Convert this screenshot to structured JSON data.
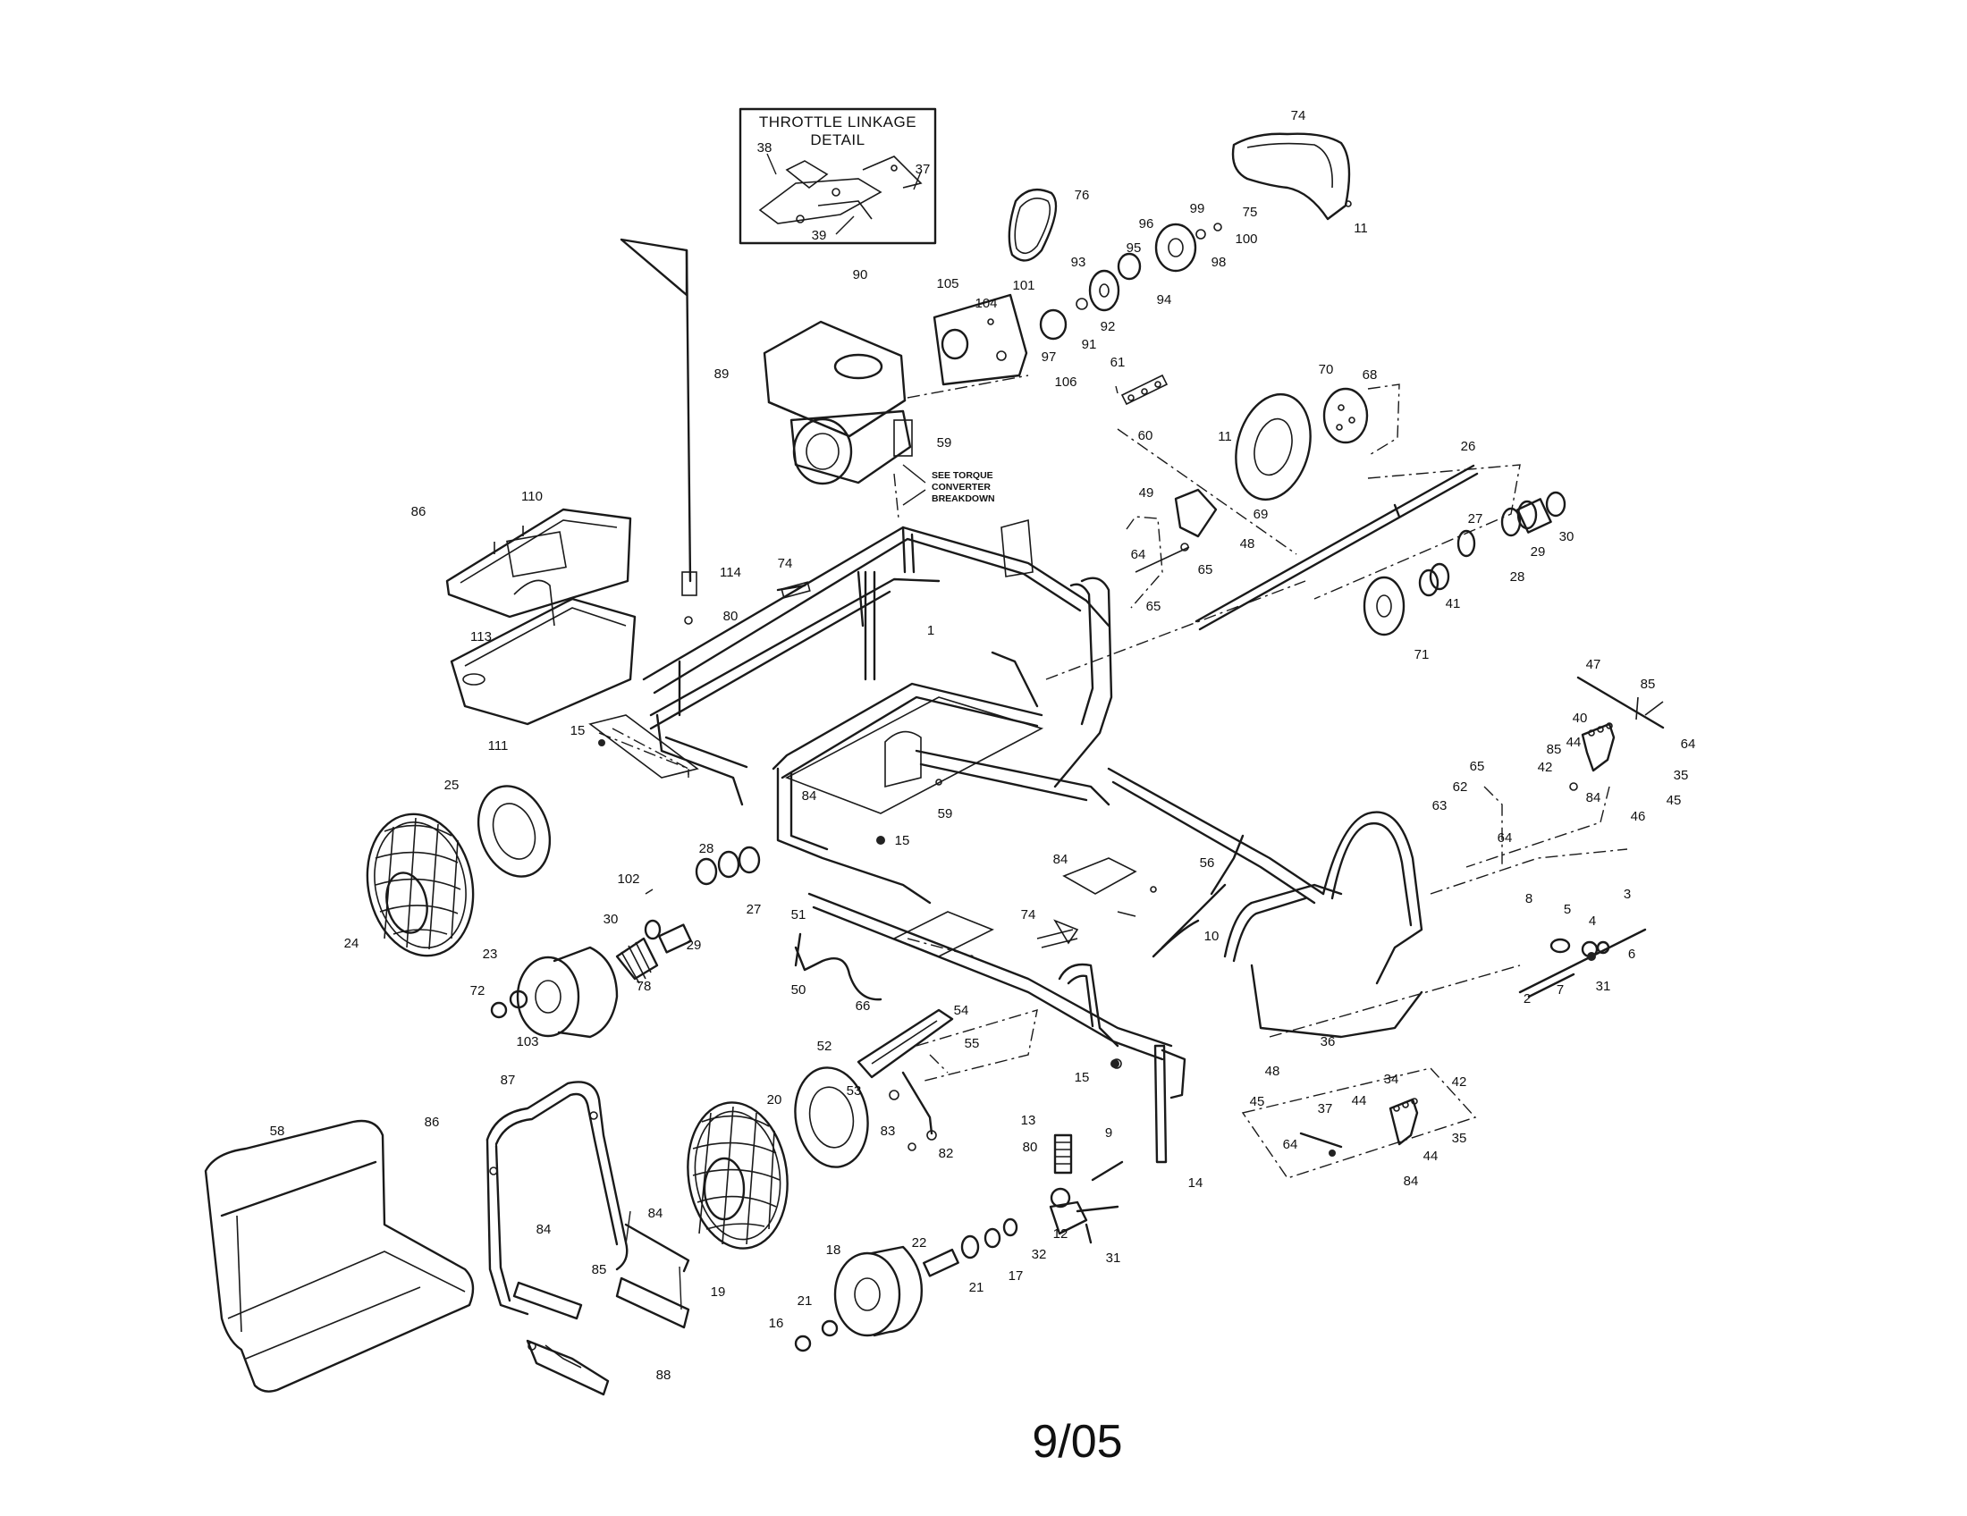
{
  "inset": {
    "title_line1": "THROTTLE LINKAGE",
    "title_line2": "DETAIL"
  },
  "note": {
    "line1": "SEE TORQUE",
    "line2": "CONVERTER",
    "line3": "BREAKDOWN"
  },
  "revision": "9/05",
  "callouts": [
    "38",
    "37",
    "39",
    "74",
    "11",
    "75",
    "76",
    "99",
    "100",
    "96",
    "98",
    "95",
    "94",
    "93",
    "92",
    "91",
    "105",
    "101",
    "104",
    "97",
    "106",
    "90",
    "89",
    "61",
    "60",
    "70",
    "68",
    "69",
    "11",
    "59",
    "26",
    "49",
    "48",
    "64",
    "65",
    "65",
    "27",
    "29",
    "30",
    "28",
    "41",
    "71",
    "86",
    "110",
    "113",
    "111",
    "114",
    "80",
    "74",
    "1",
    "15",
    "47",
    "85",
    "64",
    "40",
    "44",
    "85",
    "42",
    "84",
    "35",
    "45",
    "46",
    "65",
    "62",
    "63",
    "64",
    "25",
    "24",
    "84",
    "59",
    "15",
    "28",
    "102",
    "27",
    "30",
    "29",
    "23",
    "78",
    "72",
    "103",
    "51",
    "50",
    "66",
    "84",
    "74",
    "56",
    "10",
    "8",
    "5",
    "4",
    "3",
    "6",
    "2",
    "7",
    "31",
    "54",
    "55",
    "52",
    "53",
    "36",
    "48",
    "45",
    "15",
    "83",
    "82",
    "34",
    "42",
    "37",
    "44",
    "35",
    "64",
    "44",
    "84",
    "13",
    "80",
    "9",
    "14",
    "58",
    "87",
    "86",
    "84",
    "84",
    "85",
    "88",
    "20",
    "19",
    "18",
    "22",
    "17",
    "32",
    "12",
    "31",
    "21",
    "16",
    "21"
  ]
}
